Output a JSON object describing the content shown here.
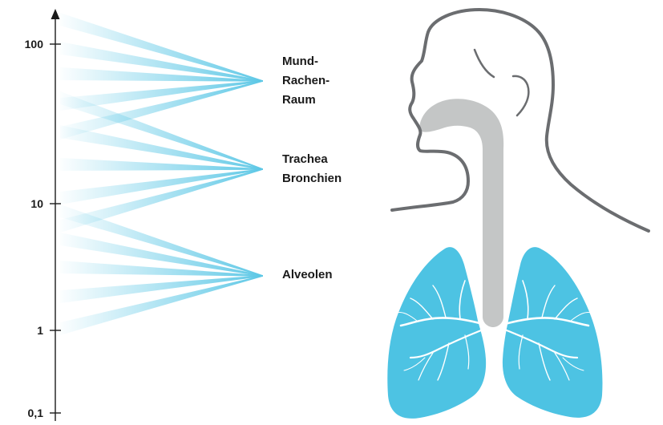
{
  "axis": {
    "scale": "log",
    "ticks": [
      "100",
      "10",
      "1",
      "0,1"
    ]
  },
  "regions": {
    "mouth_throat": [
      "Mund-",
      "Rachen-",
      "Raum"
    ],
    "trachea": [
      "Trachea",
      "Bronchien"
    ],
    "alveoli": [
      "Alveolen"
    ]
  },
  "colors": {
    "ray": "#5ec8e6",
    "lung": "#4dc3e3",
    "airway": "#c4c6c6",
    "head_outline": "#6b6d70",
    "axis": "#1a1a1a"
  },
  "icons": [
    "arrow-up-icon",
    "head-silhouette-icon",
    "lungs-icon"
  ]
}
